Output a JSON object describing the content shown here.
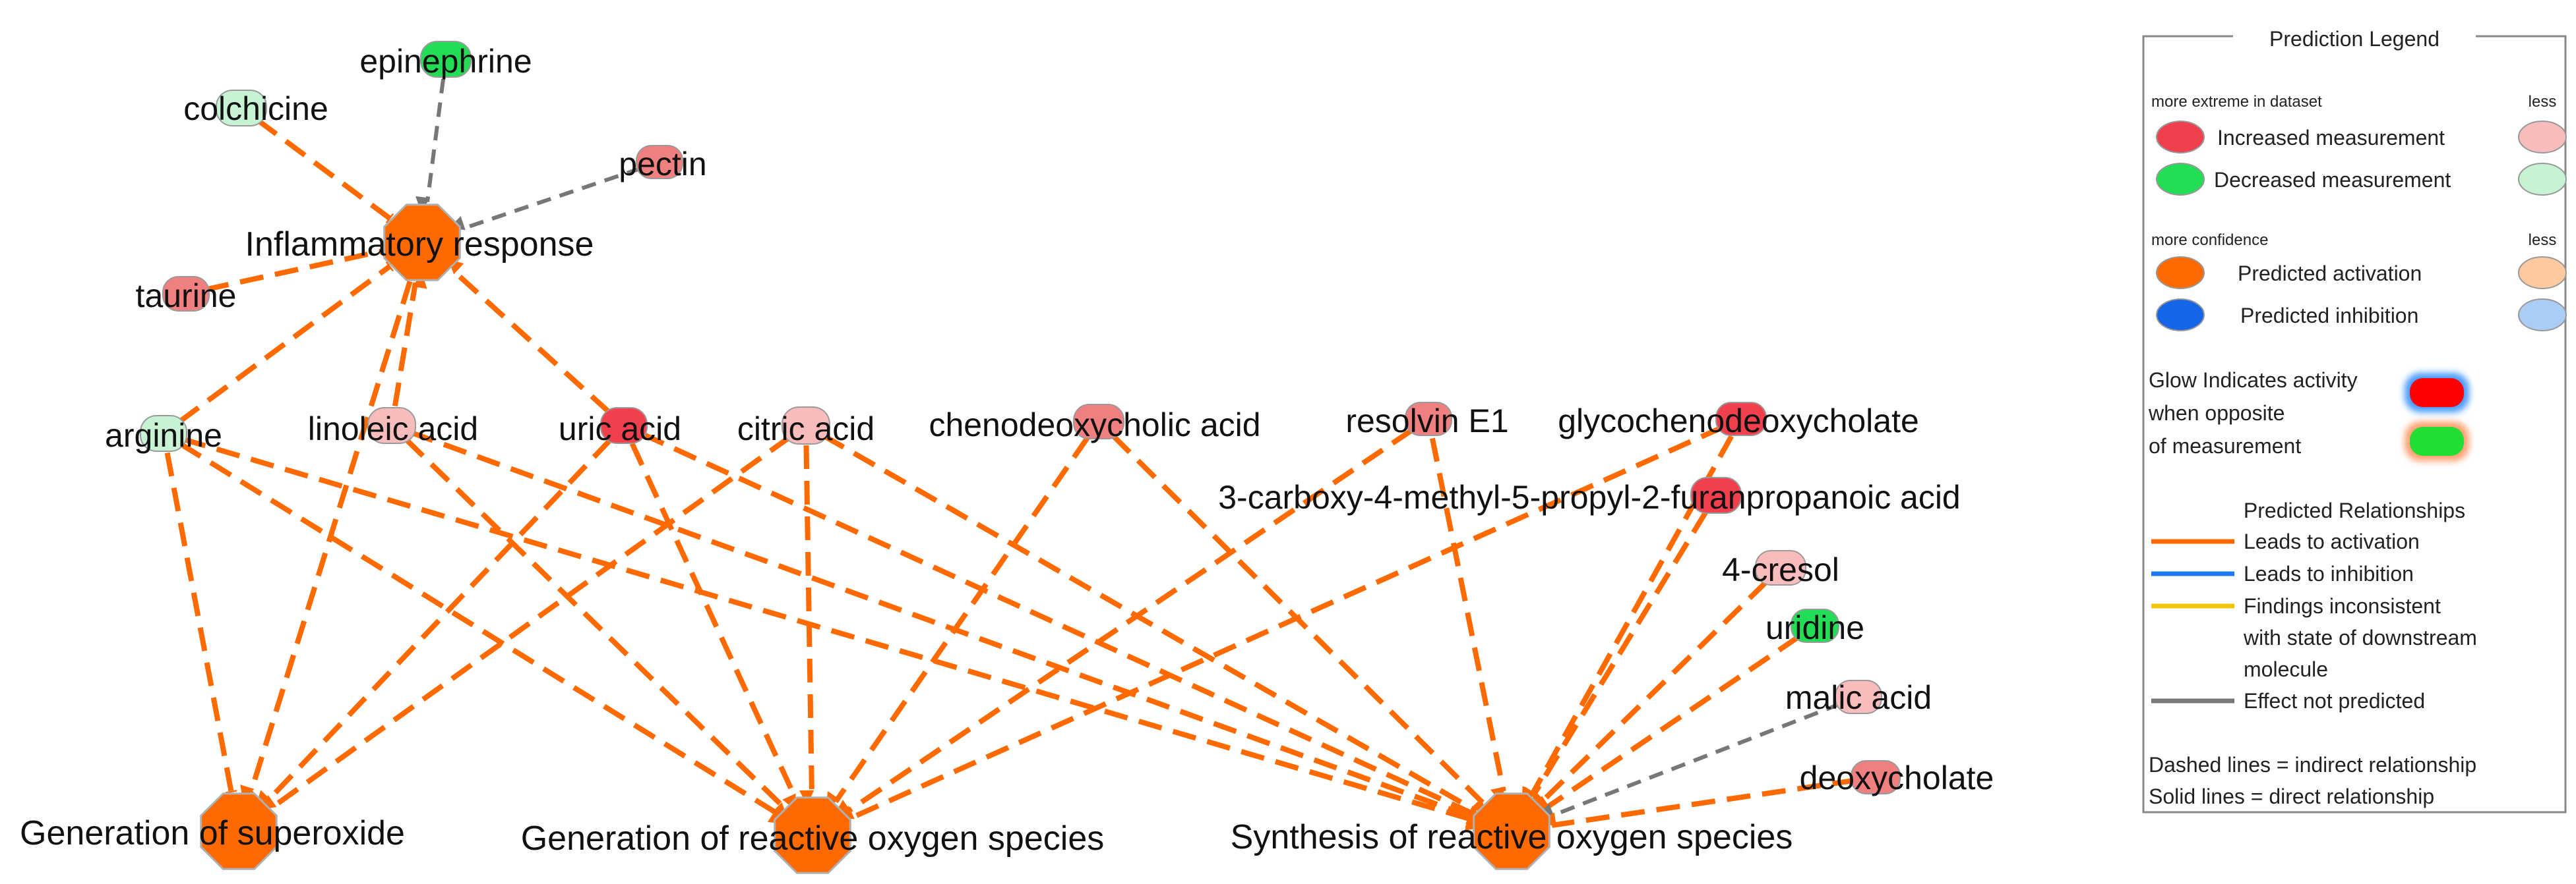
{
  "colors": {
    "orange": "#FF6A00",
    "grey": "#777777",
    "blue": "#1E78F0",
    "yellow": "#F5C400",
    "increased_strong": "#F0404E",
    "increased_medium": "#F08080",
    "increased_light": "#F8BCBC",
    "decreased_strong": "#22DD55",
    "decreased_light": "#C8F2D4",
    "activation_light": "#FFC9A0",
    "inhibition_strong": "#1565E6",
    "inhibition_light": "#A9CDF4"
  },
  "functions": [
    {
      "id": "inflammatory",
      "label": "Inflammatory response"
    },
    {
      "id": "superoxide",
      "label": "Generation of superoxide"
    },
    {
      "id": "gen_ros",
      "label": "Generation of reactive oxygen species"
    },
    {
      "id": "syn_ros",
      "label": "Synthesis of reactive oxygen species"
    }
  ],
  "molecules": [
    {
      "id": "colchicine",
      "label": "colchicine",
      "measurement": "decreased",
      "intensity": "light"
    },
    {
      "id": "epinephrine",
      "label": "epinephrine",
      "measurement": "decreased",
      "intensity": "strong"
    },
    {
      "id": "pectin",
      "label": "pectin",
      "measurement": "increased",
      "intensity": "medium"
    },
    {
      "id": "taurine",
      "label": "taurine",
      "measurement": "increased",
      "intensity": "medium"
    },
    {
      "id": "arginine",
      "label": "arginine",
      "measurement": "decreased",
      "intensity": "light"
    },
    {
      "id": "linoleic",
      "label": "linoleic acid",
      "measurement": "increased",
      "intensity": "light"
    },
    {
      "id": "uric",
      "label": "uric acid",
      "measurement": "increased",
      "intensity": "strong"
    },
    {
      "id": "citric",
      "label": "citric acid",
      "measurement": "increased",
      "intensity": "light"
    },
    {
      "id": "cheno",
      "label": "chenodeoxycholic acid",
      "measurement": "increased",
      "intensity": "medium"
    },
    {
      "id": "resolvin",
      "label": "resolvin E1",
      "measurement": "increased",
      "intensity": "medium"
    },
    {
      "id": "glyco",
      "label": "glycochenodeoxycholate",
      "measurement": "increased",
      "intensity": "strong"
    },
    {
      "id": "carboxy",
      "label": "3-carboxy-4-methyl-5-propyl-2-furanpropanoic acid",
      "measurement": "increased",
      "intensity": "strong"
    },
    {
      "id": "cresol",
      "label": "4-cresol",
      "measurement": "increased",
      "intensity": "light"
    },
    {
      "id": "uridine",
      "label": "uridine",
      "measurement": "decreased",
      "intensity": "strong"
    },
    {
      "id": "malic",
      "label": "malic acid",
      "measurement": "increased",
      "intensity": "light"
    },
    {
      "id": "deoxycholate",
      "label": "deoxycholate",
      "measurement": "increased",
      "intensity": "medium"
    }
  ],
  "edges": [
    {
      "from": "colchicine",
      "to": "inflammatory",
      "type": "inhibition",
      "predicted": true
    },
    {
      "from": "epinephrine",
      "to": "inflammatory",
      "type": "activation",
      "predicted": false
    },
    {
      "from": "pectin",
      "to": "inflammatory",
      "type": "activation",
      "predicted": false
    },
    {
      "from": "taurine",
      "to": "inflammatory",
      "type": "inhibition",
      "predicted": true
    },
    {
      "from": "arginine",
      "to": "inflammatory",
      "type": "inhibition",
      "predicted": true
    },
    {
      "from": "linoleic",
      "to": "inflammatory",
      "type": "activation",
      "predicted": true
    },
    {
      "from": "uric",
      "to": "inflammatory",
      "type": "activation",
      "predicted": true
    },
    {
      "from": "arginine",
      "to": "superoxide",
      "type": "inhibition",
      "predicted": true
    },
    {
      "from": "uric",
      "to": "superoxide",
      "type": "activation",
      "predicted": true
    },
    {
      "from": "citric",
      "to": "superoxide",
      "type": "activation",
      "predicted": true
    },
    {
      "from": "inflammatory",
      "to": "superoxide",
      "type": "activation",
      "predicted": true
    },
    {
      "from": "arginine",
      "to": "gen_ros",
      "type": "activation",
      "predicted": true
    },
    {
      "from": "linoleic",
      "to": "gen_ros",
      "type": "activation",
      "predicted": true
    },
    {
      "from": "uric",
      "to": "gen_ros",
      "type": "activation",
      "predicted": true
    },
    {
      "from": "citric",
      "to": "gen_ros",
      "type": "activation",
      "predicted": true
    },
    {
      "from": "cheno",
      "to": "gen_ros",
      "type": "activation",
      "predicted": true
    },
    {
      "from": "resolvin",
      "to": "gen_ros",
      "type": "activation",
      "predicted": true
    },
    {
      "from": "glyco",
      "to": "gen_ros",
      "type": "activation",
      "predicted": true
    },
    {
      "from": "arginine",
      "to": "syn_ros",
      "type": "activation",
      "predicted": true
    },
    {
      "from": "linoleic",
      "to": "syn_ros",
      "type": "activation",
      "predicted": true
    },
    {
      "from": "uric",
      "to": "syn_ros",
      "type": "activation",
      "predicted": true
    },
    {
      "from": "citric",
      "to": "syn_ros",
      "type": "activation",
      "predicted": true
    },
    {
      "from": "cheno",
      "to": "syn_ros",
      "type": "activation",
      "predicted": true
    },
    {
      "from": "resolvin",
      "to": "syn_ros",
      "type": "activation",
      "predicted": true
    },
    {
      "from": "glyco",
      "to": "syn_ros",
      "type": "activation",
      "predicted": true
    },
    {
      "from": "carboxy",
      "to": "syn_ros",
      "type": "activation",
      "predicted": true
    },
    {
      "from": "cresol",
      "to": "syn_ros",
      "type": "activation",
      "predicted": true
    },
    {
      "from": "uridine",
      "to": "syn_ros",
      "type": "activation",
      "predicted": true
    },
    {
      "from": "malic",
      "to": "syn_ros",
      "type": "activation",
      "predicted": false
    },
    {
      "from": "deoxycholate",
      "to": "syn_ros",
      "type": "activation",
      "predicted": true
    }
  ],
  "legend": {
    "title": "Prediction Legend",
    "measurement_header_left": "more extreme in dataset",
    "measurement_header_right": "less",
    "increased": "Increased measurement",
    "decreased": "Decreased measurement",
    "confidence_header_left": "more confidence",
    "confidence_header_right": "less",
    "activation": "Predicted activation",
    "inhibition": "Predicted inhibition",
    "glow_line1": "Glow Indicates activity",
    "glow_line2": "when opposite",
    "glow_line3": "of measurement",
    "relationships_title": "Predicted Relationships",
    "rel_activation": "Leads to activation",
    "rel_inhibition": "Leads to inhibition",
    "rel_inconsistent_1": "Findings inconsistent",
    "rel_inconsistent_2": "with state of downstream",
    "rel_inconsistent_3": "molecule",
    "rel_not_predicted": "Effect not predicted",
    "dashed_note": "Dashed lines = indirect relationship",
    "solid_note": "Solid lines = direct relationship"
  }
}
